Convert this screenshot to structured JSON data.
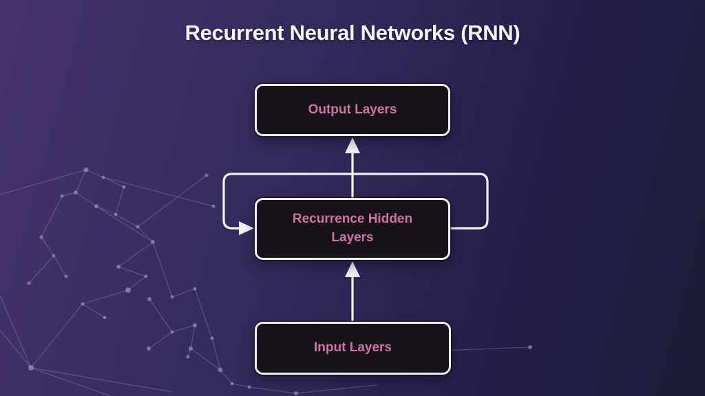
{
  "title": "Recurrent Neural Networks (RNN)",
  "diagram": {
    "nodes": [
      {
        "id": "output-layers",
        "label": "Output Layers"
      },
      {
        "id": "recurrence-hidden-layers",
        "label": "Recurrence Hidden Layers"
      },
      {
        "id": "input-layers",
        "label": "Input Layers"
      }
    ],
    "edges": [
      {
        "from": "input-layers",
        "to": "recurrence-hidden-layers",
        "type": "arrow"
      },
      {
        "from": "recurrence-hidden-layers",
        "to": "output-layers",
        "type": "arrow"
      },
      {
        "from": "recurrence-hidden-layers",
        "to": "recurrence-hidden-layers",
        "type": "recurrence-loop"
      }
    ]
  },
  "colors": {
    "bg_left": "#45336c",
    "bg_mid": "#32295a",
    "bg_right": "#1b1c38",
    "node_fill": "#18131b",
    "node_border": "#f2eef6",
    "node_text": "#cf739f",
    "title_text": "#f5f4f8",
    "connector": "#f2eef6",
    "constellation": "#b6a7d8"
  }
}
